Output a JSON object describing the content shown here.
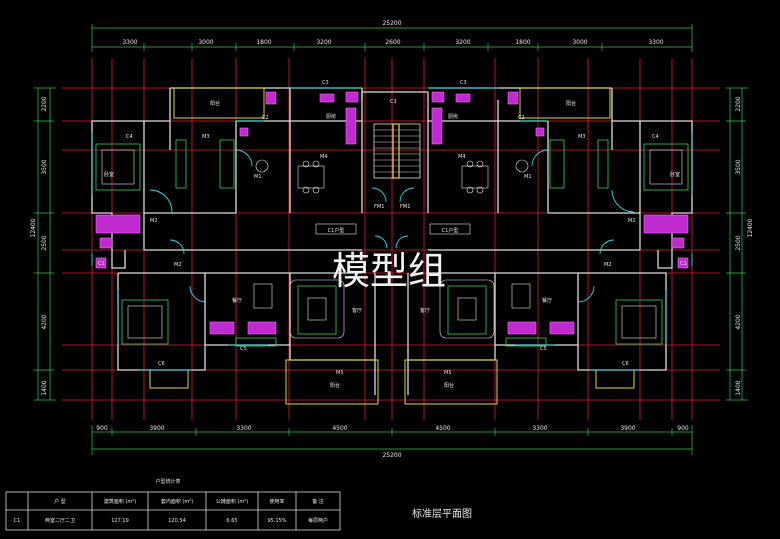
{
  "dimensions": {
    "overall_top": "25200",
    "overall_bottom": "25200",
    "top_segments": [
      "3300",
      "3000",
      "1800",
      "3200",
      "2600",
      "3200",
      "1800",
      "3000",
      "3300"
    ],
    "bottom_segments": [
      "900",
      "3900",
      "3300",
      "4500",
      "4500",
      "3300",
      "3900",
      "900"
    ],
    "left_segments": [
      "2200",
      "3500",
      "2500",
      "4200",
      "1400"
    ],
    "right_segments": [
      "2200",
      "3500",
      "2500",
      "4200",
      "1400"
    ],
    "left_total": "12400",
    "right_total": "12400"
  },
  "room_labels": {
    "c3_left": "C3",
    "c3_mid": "C3",
    "c3_right": "C3",
    "c2_left": "C2",
    "c2_right": "C2",
    "c4_left": "C4",
    "c4_right": "C4",
    "c5_left": "C5",
    "c5_right": "C5",
    "c6_left": "C6",
    "c6_right": "C6",
    "c1_left": "C1",
    "c1_right": "C1",
    "m1_left": "M1",
    "m1_right": "M1",
    "m2_left_top": "M2",
    "m2_right_top": "M2",
    "m2_left_bot": "M2",
    "m2_right_bot": "M2",
    "m3_left": "M3",
    "m3_right": "M3",
    "m4_left": "M4",
    "m4_right": "M4",
    "m5_left": "M5",
    "m5_right": "M5",
    "fm1_left": "FM1",
    "fm1_right": "FM1",
    "unit_left": "C1户型",
    "unit_right": "C1户型",
    "balcony_left": "阳台",
    "balcony_right": "阳台",
    "balcony_bl": "阳台",
    "balcony_br": "阳台",
    "kitchen_left": "厨房",
    "kitchen_right": "厨房",
    "dining_left": "餐厅",
    "dining_right": "餐厅",
    "bed_left": "卧室",
    "bed_right": "卧室",
    "living_left": "客厅",
    "living_right": "客厅"
  },
  "watermark": "模型组",
  "drawing_title": "标准层平面图",
  "table": {
    "title": "户型统计表",
    "headers": [
      "户 型",
      "建筑面积 (m²)",
      "套内面积 (m²)",
      "公摊面积 (m²)",
      "使用率",
      "备 注"
    ],
    "rows": [
      {
        "id": "C1",
        "type": "两室二厅二卫",
        "gross": "127.19",
        "net": "120.54",
        "shared": "6.65",
        "ratio": "95.15%",
        "note": "每层两户"
      }
    ]
  }
}
